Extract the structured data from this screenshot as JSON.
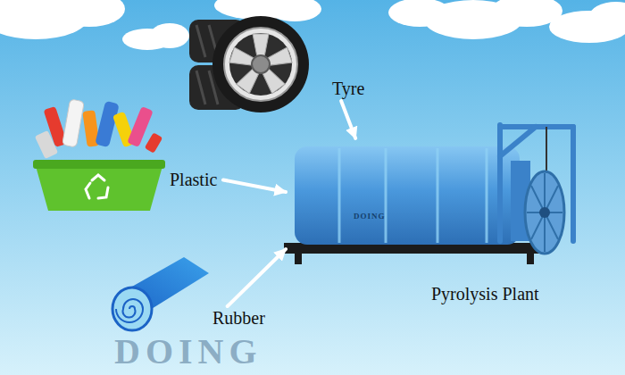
{
  "diagram": {
    "nodes": [
      {
        "text": [
          "Tyre"
        ]
      },
      {
        "text": [
          "Plastic"
        ]
      },
      {
        "text": [
          "Pyrolysis Plant"
        ]
      },
      {
        "text": [
          "Rubber"
        ]
      }
    ],
    "edges": [
      {
        "from": 0,
        "to": 2,
        "arrow": "to"
      },
      {
        "from": 1,
        "to": 2,
        "arrow": "to"
      },
      {
        "from": 3,
        "to": 2,
        "arrow": "to"
      }
    ],
    "labels": [
      "DOING",
      "DOING"
    ]
  }
}
